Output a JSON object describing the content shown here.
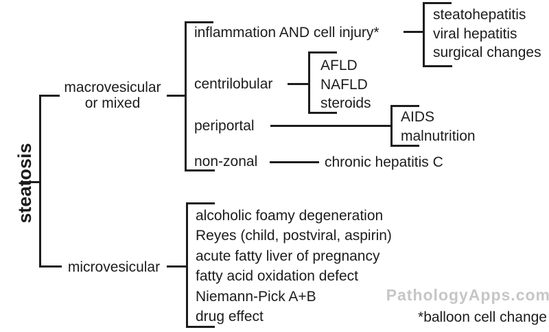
{
  "diagram": {
    "root_label": "steatosis",
    "branches": {
      "macro_label": "macrovesicular\nor mixed",
      "micro_label": "microvesicular"
    },
    "macro_children": {
      "inflammation": "inflammation AND cell injury*",
      "centrilobular": "centrilobular",
      "periportal": "periportal",
      "nonzonal": "non-zonal"
    },
    "leaves": {
      "inflammation": [
        "steatohepatitis",
        "viral hepatitis",
        "surgical changes"
      ],
      "centrilobular": [
        "AFLD",
        "NAFLD",
        "steroids"
      ],
      "periportal": [
        "AIDS",
        "malnutrition"
      ],
      "nonzonal": "chronic hepatitis C",
      "micro": [
        "alcoholic foamy degeneration",
        "Reyes (child, postviral, aspirin)",
        "acute fatty liver of pregnancy",
        "fatty acid oxidation defect",
        "Niemann-Pick A+B",
        "drug effect"
      ]
    },
    "watermark": "PathologyApps.com",
    "footnote": "*balloon cell change",
    "colors": {
      "ink": "#1c1c1c",
      "watermark": "#c6c6c6",
      "background": "#ffffff"
    }
  }
}
